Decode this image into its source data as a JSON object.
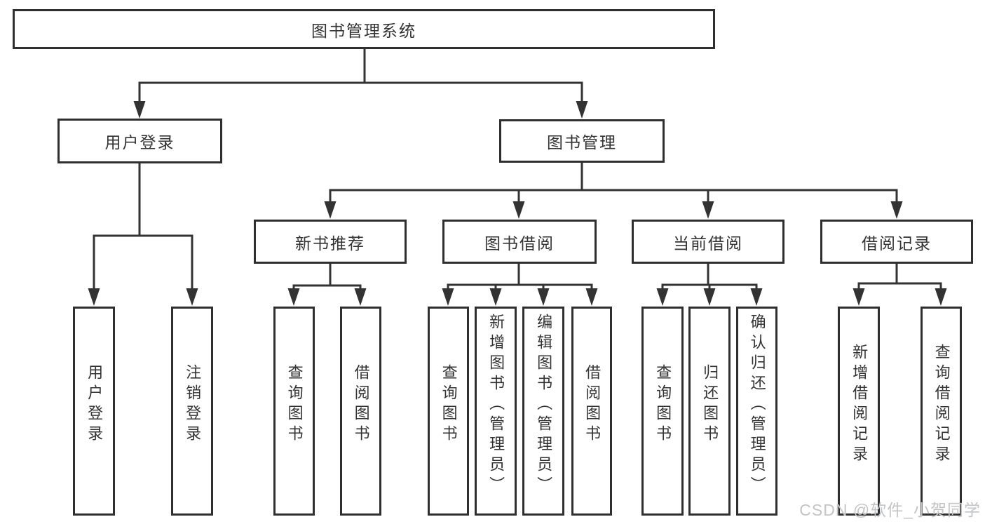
{
  "colors": {
    "line": "#333333",
    "box_border": "#2f2f2f",
    "text": "#333333",
    "background": "#ffffff",
    "watermark": "#c3c4c6"
  },
  "tree": {
    "root": "图书管理系统",
    "branches": [
      {
        "label": "用户登录",
        "children": [
          "用户登录",
          "注销登录"
        ]
      },
      {
        "label": "图书管理",
        "sections": [
          {
            "label": "新书推荐",
            "children": [
              "查询图书",
              "借阅图书"
            ]
          },
          {
            "label": "图书借阅",
            "children": [
              "查询图书",
              "新增图书（管理员）",
              "编辑图书（管理员）",
              "借阅图书"
            ]
          },
          {
            "label": "当前借阅",
            "children": [
              "查询图书",
              "归还图书",
              "确认归还（管理员）"
            ]
          },
          {
            "label": "借阅记录",
            "children": [
              "新增借阅记录",
              "查询借阅记录"
            ]
          }
        ]
      }
    ]
  },
  "watermark": "CSDN @软件_小贺同学"
}
